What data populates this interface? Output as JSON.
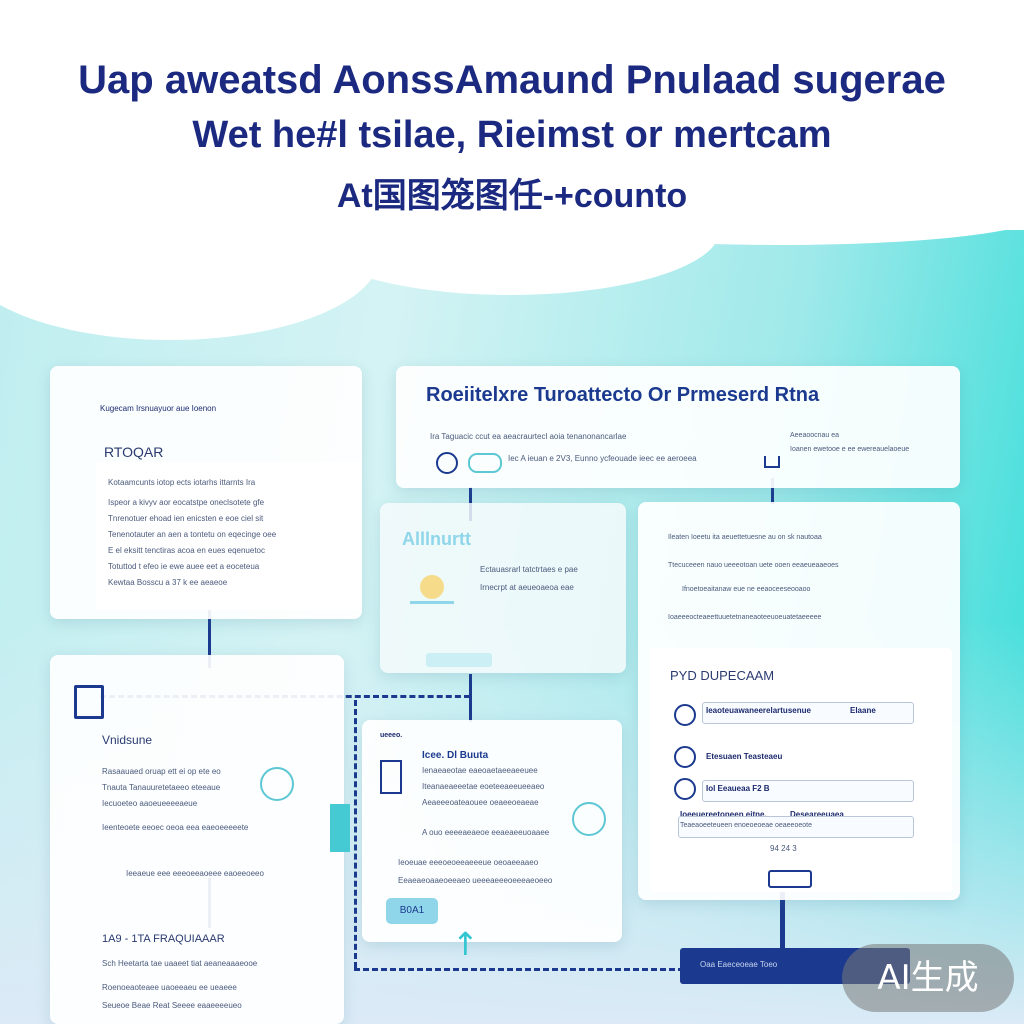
{
  "headline": {
    "line1": "Uap aweatsd AonssAmaund Pnulaad sugerae",
    "line2": "Wet he#l tsilae, Rieimst or mertcam",
    "line3": "At国图笼图任-+counto"
  },
  "card_left_top": {
    "top_text": "Kugecam Irsnuayuor aue Ioenon",
    "title": "RTOQAR",
    "paragraph": [
      "Kotaamcunts iotop ects iotarhs ittarnts Ira",
      "Ispeor a kivyv aor eocatstpe oneclsotete gfe",
      "Tnrenotuer ehoad ien enicsten e eoe ciel sit",
      "Tenenotauter an aen a tontetu on eqecinge oee",
      "E el eksitt tenctiras acoa en eues eqenuetoc",
      "Totuttod t efeo ie ewe auee eet a eoceteua",
      "Kewtaa Bosscu a 37 k ee aeaeoe"
    ]
  },
  "card_top_center": {
    "title": "Roeiitelxre Turoattecto Or Prmeserd Rtna",
    "row1": "Ira Taguacic ccut ea aeacraurtecl aoia tenanonancarlae",
    "row2": "Iec A ieuan e 2V3, Eunno ycfeouade ieec ee aeroeea",
    "side1": "Aeeaoocnau ea",
    "side2": "Ioanen ewetooe e ee ewereauelaoeue"
  },
  "card_center": {
    "title": "Alllnurtt",
    "row1": "Ectauasrarl tatctrtaes e pae",
    "row2": "Irnecrpt at aeueoaeoa eae"
  },
  "card_right": {
    "top1": "Ileaten Ioeetu ita aeuettetuesne au on sk nautoaa",
    "top2": "Ttecuceeen nauo ueeeotoan uete ooen eeaeueaaeoes",
    "top3": "Ifnoetoeaitanaw eue ne eeaoceeseooaoo",
    "top4": "Ioaeeeocteaeettuuetetnaneaoteeuoeuatetaeeeee",
    "title": "PYD DUPECAAM",
    "opt1": "Ieaoteuawaneerelartusenue",
    "opt1_btn": "Elaane",
    "opt2": "Etesuaen Teasteaeu",
    "opt3": "Iol Eeaueaa F2 B",
    "note1": "Ioeeuereetoneen eitne.",
    "note2": "Deseareeuaea",
    "note3": "Teaeaoeeteueen enoeoeoeae oeaeeoeote",
    "page": "94 24 3"
  },
  "card_left_bottom": {
    "title": "Vnidsune",
    "r1": "Rasaauaed oruap ett ei op ete eo",
    "r2": "Tnauta Tanauuretetaeeo eteeaue",
    "r3": "Iecuoeteo aaoeueeeeaeue",
    "r4": "Ieenteoete eeoec oeoa eea eaeoeeeeete",
    "r5": "Ieeaeue eee eeeoeeaoeee eaoeeoeeo",
    "section": "1A9 - 1TA FRAQUIAAAR",
    "s1": "Sch Heetarta tae uaaeet tiat aeaneaaaeooe",
    "s2": "Roenoeaoteaee uaoeeaeu ee ueaeee",
    "s3": "Seueoe Beae Reat Seeee eaaeeeeueo"
  },
  "card_bottom_center": {
    "small": "ueeeo.",
    "title": "Icee. Dl Buuta",
    "r1": "Ienaeaeotae eaeoaetaeeaeeuee",
    "r2": "Iteanaeaeeetae eoeteeaeeueeaeo",
    "r3": "Aeaeeeoateaouee oeaeeoeaeae",
    "r4": "A ouo eeeeaeaeoe eeaeaeeuoaaee",
    "r5": "Ieoeuae eeeoeoeeaeeeue oeoaeeaaeo",
    "r6": "Eeaeaeoaaeoeeaeo ueeeaeeeoeeeaeoeeo",
    "button": "B0A1"
  },
  "bottom_bar_text": "Oaa Eaeceoeae Toeo",
  "watermark": "AI生成",
  "colors": {
    "navy": "#1b3a8f",
    "teal": "#33ddd8",
    "light_blue": "#8fd6ea"
  }
}
